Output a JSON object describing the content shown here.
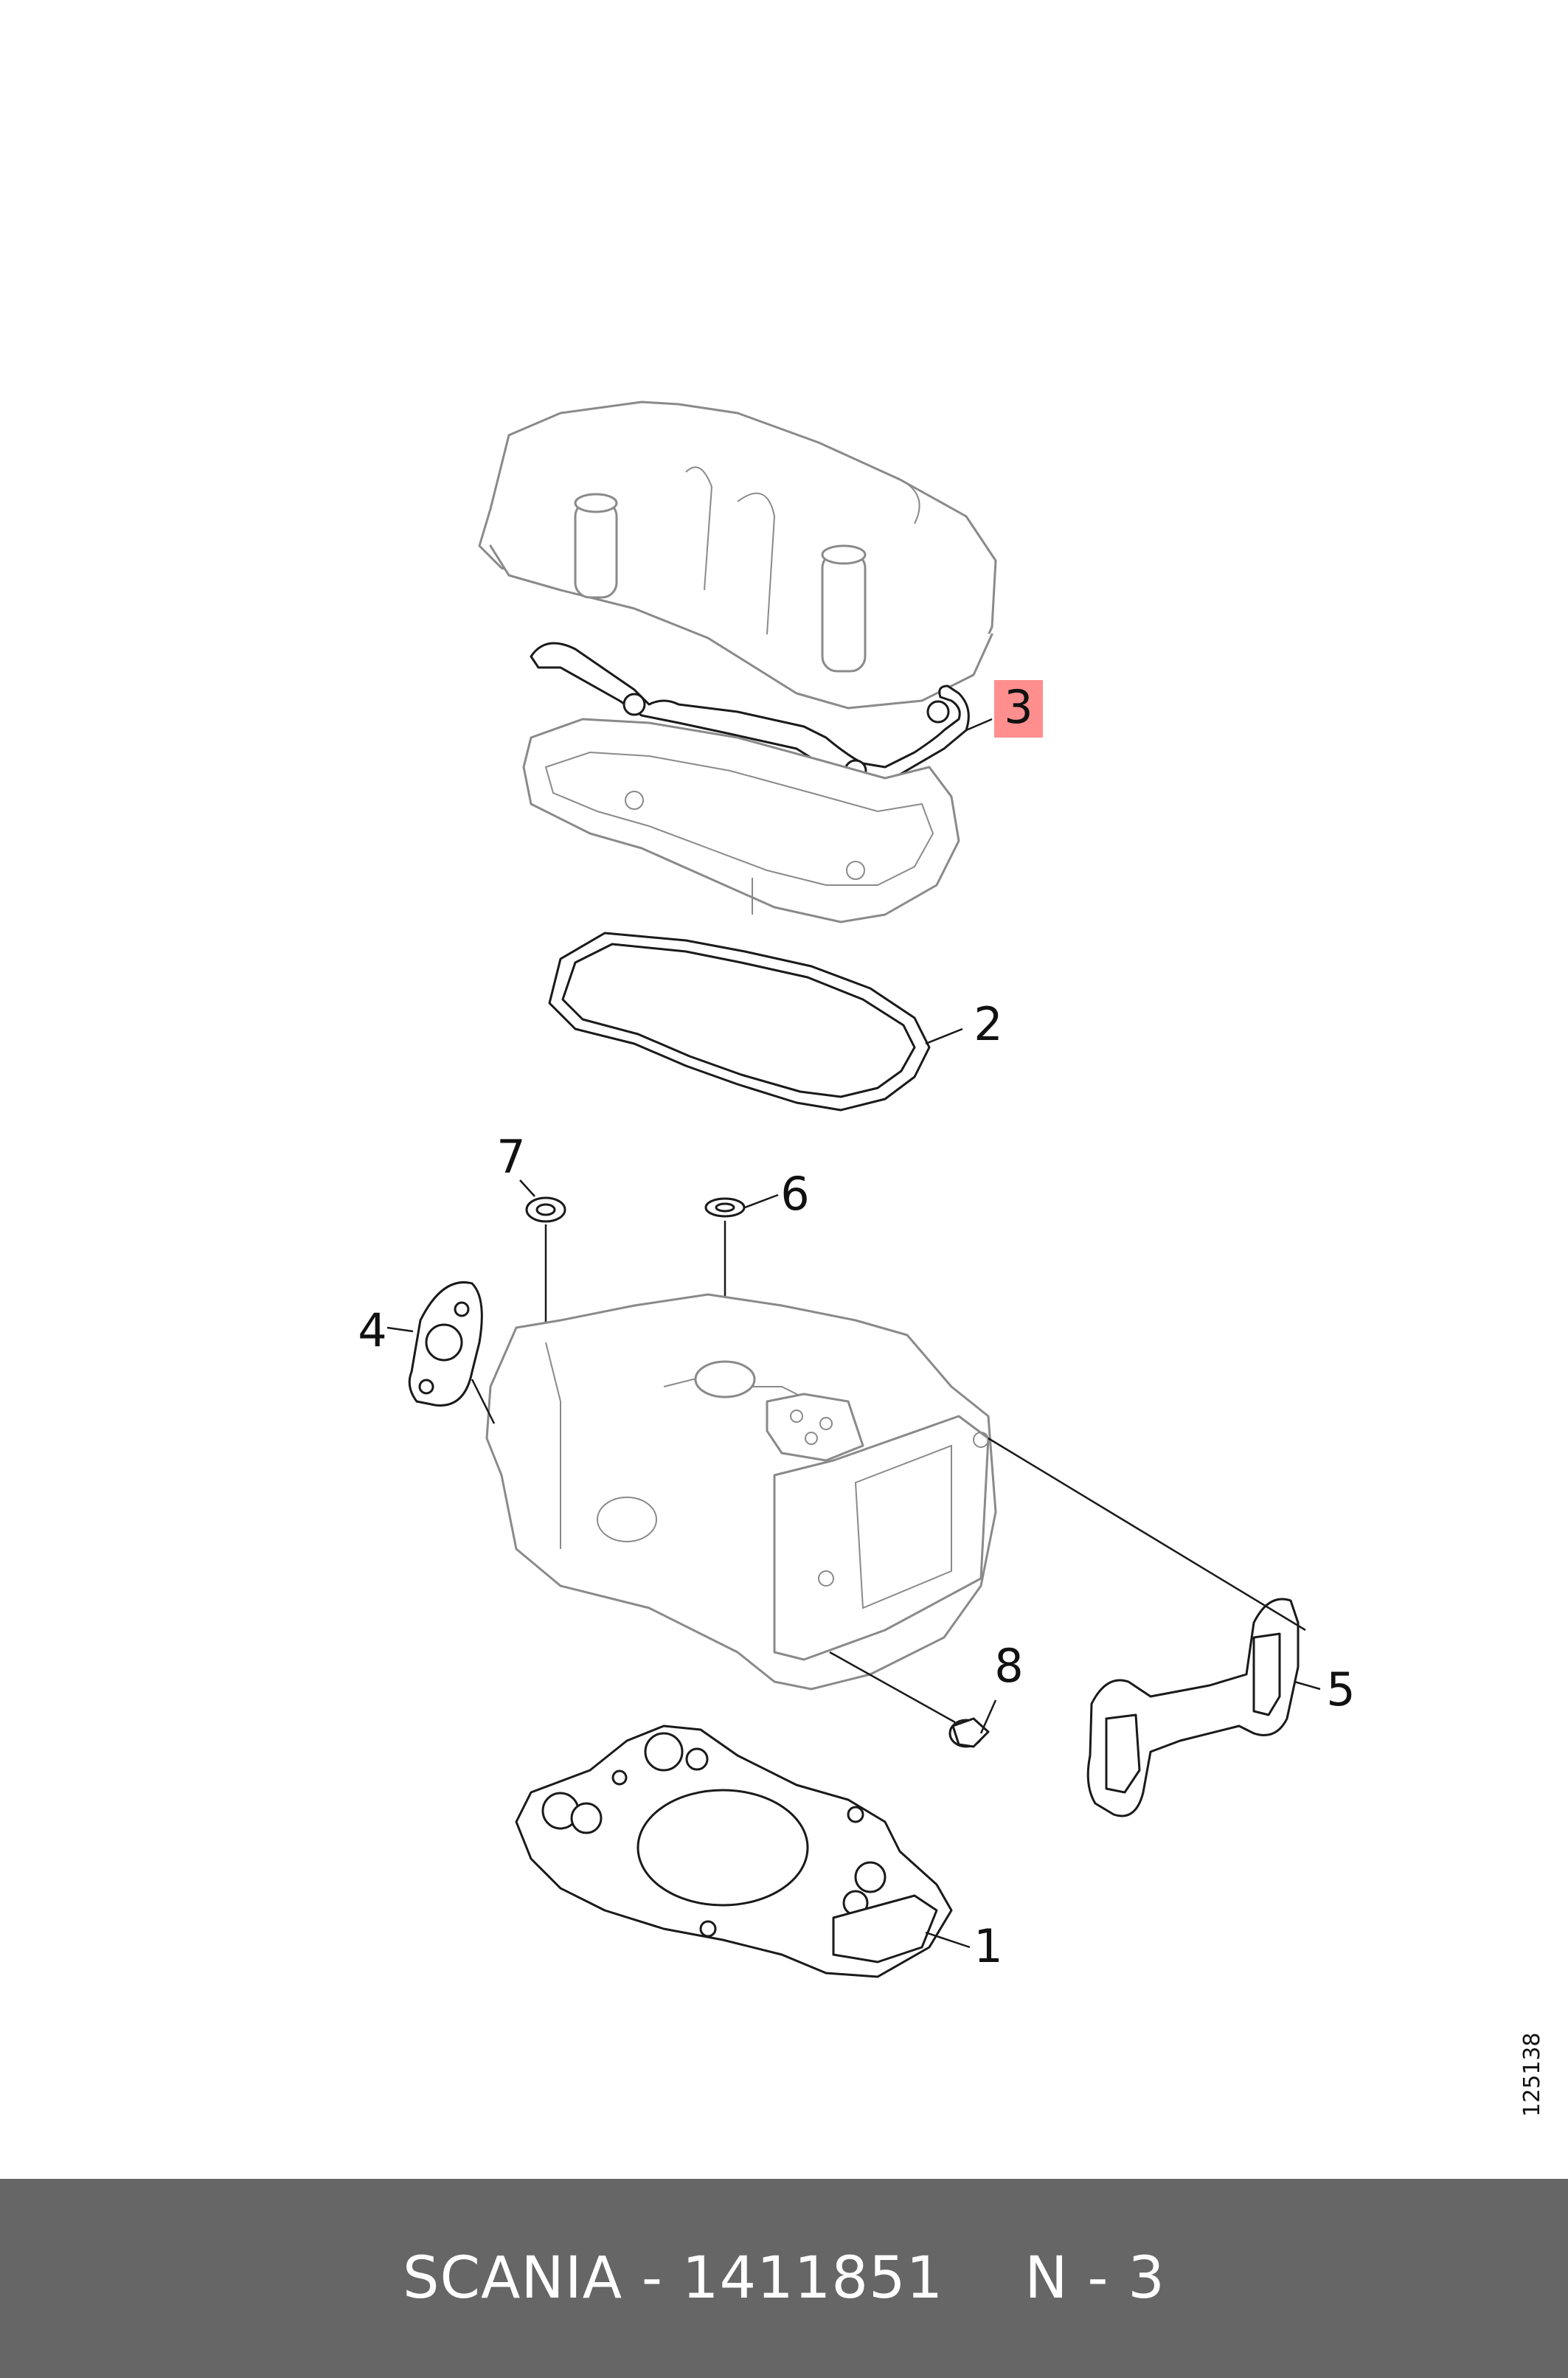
{
  "callouts": [
    {
      "id": "1",
      "label": "1",
      "highlighted": false
    },
    {
      "id": "2",
      "label": "2",
      "highlighted": false
    },
    {
      "id": "3",
      "label": "3",
      "highlighted": true
    },
    {
      "id": "4",
      "label": "4",
      "highlighted": false
    },
    {
      "id": "5",
      "label": "5",
      "highlighted": false
    },
    {
      "id": "6",
      "label": "6",
      "highlighted": false
    },
    {
      "id": "7",
      "label": "7",
      "highlighted": false
    },
    {
      "id": "8",
      "label": "8",
      "highlighted": false
    }
  ],
  "document_number": "125138",
  "footer": {
    "part_text": "SCANIA - 1411851",
    "position_text": "N - 3"
  },
  "colors": {
    "highlight": "#ff8f8f",
    "footer_bg": "#666666",
    "line": "#1a1a1a",
    "context_line": "#8a8a8a"
  }
}
